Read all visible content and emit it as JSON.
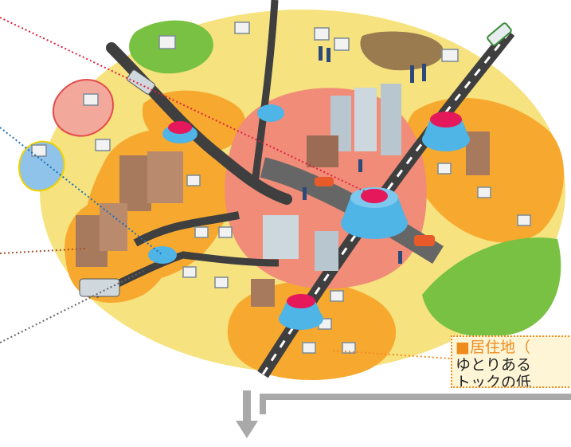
{
  "callout": {
    "title": "■居住地（",
    "line2": "ゆとりある",
    "line3": "トックの低"
  },
  "colors": {
    "ground": "#f6e27e",
    "district": "#f7a92f",
    "center": "#f08c78",
    "park": "#79c142",
    "road": "#3f3f3f",
    "hub_base": "#4fb4e6",
    "hub_top": "#e4185a",
    "leader_red": "#e0203f",
    "leader_blue": "#1d6fb8",
    "leader_brown": "#a0522d",
    "leader_gray": "#666666",
    "arrow": "#a9a9a9"
  }
}
